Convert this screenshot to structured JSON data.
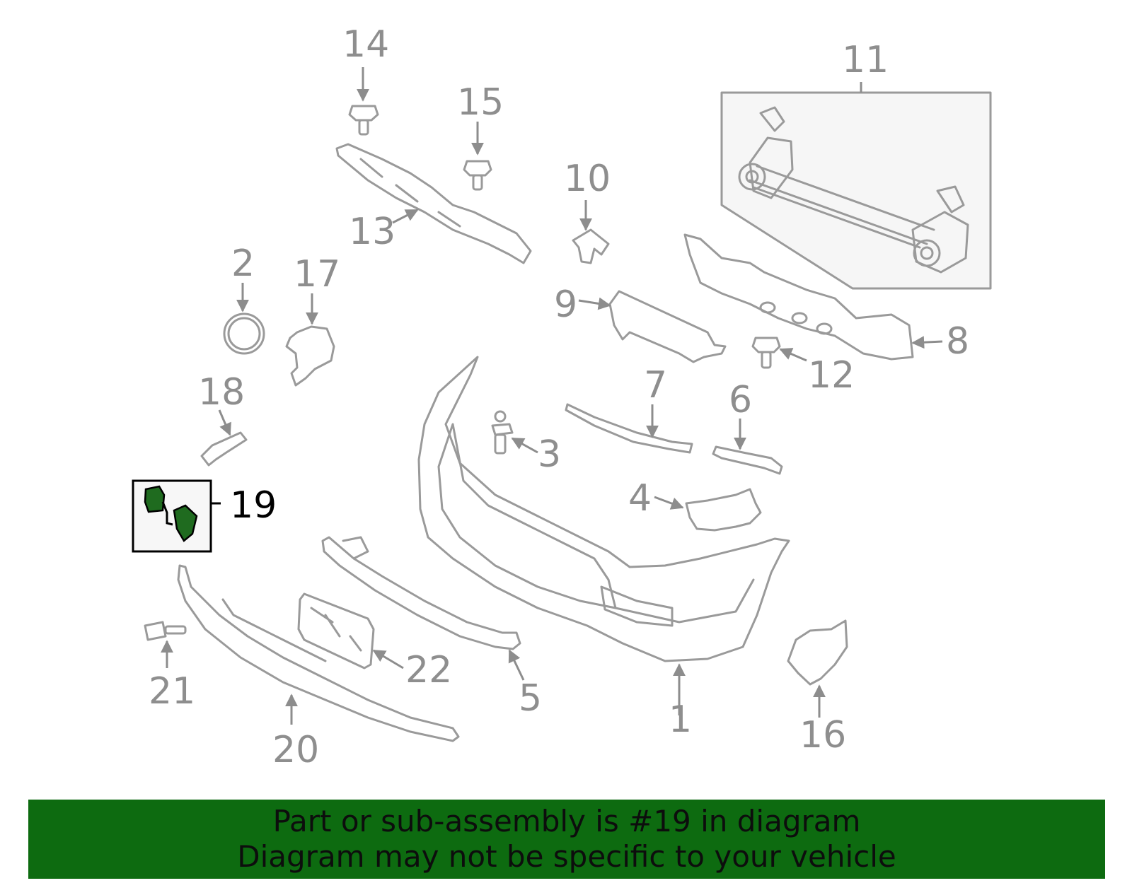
{
  "diagram": {
    "callouts": [
      "1",
      "2",
      "3",
      "4",
      "5",
      "6",
      "7",
      "8",
      "9",
      "10",
      "11",
      "12",
      "13",
      "14",
      "15",
      "16",
      "17",
      "18",
      "19",
      "20",
      "21",
      "22"
    ],
    "highlighted_part": "19",
    "colors": {
      "line": "#9a9a9a",
      "highlight_fill": "#1f6b1f",
      "banner": "#0d6b10"
    }
  },
  "banner": {
    "line1": "Part or sub-assembly is #19 in diagram",
    "line2": "Diagram may not be specific to your vehicle"
  }
}
